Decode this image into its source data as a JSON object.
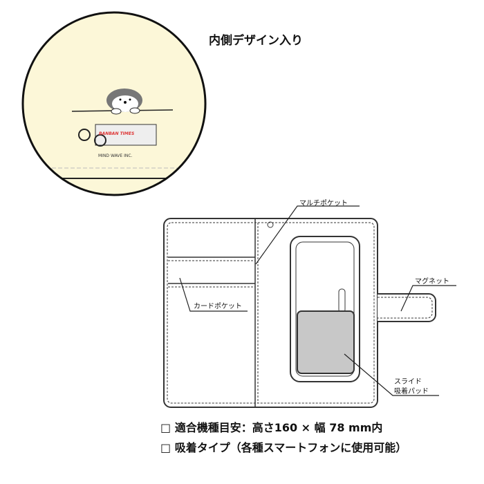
{
  "title": "内側デザイン入り",
  "illustration": {
    "newspaper_text": "BANBAN TIMES",
    "brand": "MIND WAVE INC."
  },
  "callouts": {
    "multi_pocket": "マルチポケット",
    "card_pocket": "カードポケット",
    "magnet": "マグネット",
    "slide_pad_line1": "スライド",
    "slide_pad_line2": "吸着パッド"
  },
  "specs": [
    "□ 適合機種目安：高さ160 × 幅 78 mm内",
    "□ 吸着タイプ（各種スマートフォンに使用可能）"
  ],
  "colors": {
    "circle_bg": "#fcf7d8",
    "outline": "#333333",
    "pad": "#c8c8c8"
  }
}
